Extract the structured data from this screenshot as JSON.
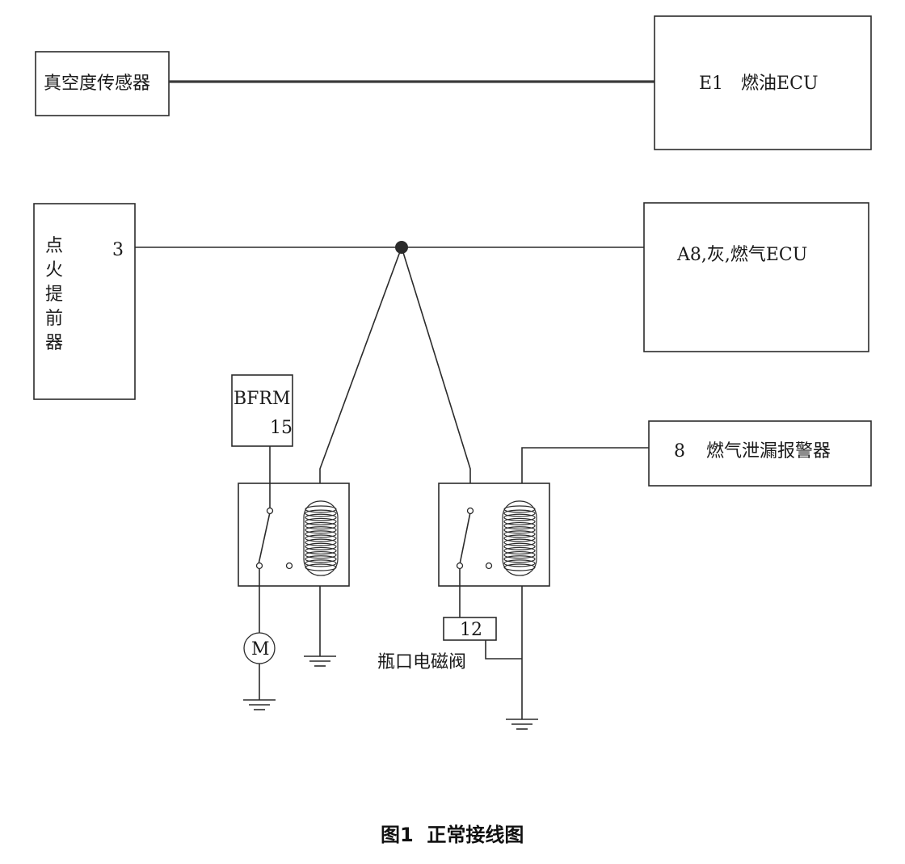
{
  "vacuum_sensor": {
    "label": "真空度传感器"
  },
  "fuel_ecu": {
    "label": "E1　燃油ECU"
  },
  "ignition_advancer": {
    "pin": "3",
    "chars": [
      "点",
      "火",
      "提",
      "前",
      "器"
    ]
  },
  "gas_ecu": {
    "label": "A8,灰,燃气ECU"
  },
  "bfrm": {
    "name": "BFRM",
    "pin": "15"
  },
  "gas_leak_alarm": {
    "pin": "8",
    "label": "燃气泄漏报警器"
  },
  "motor": {
    "symbol": "M"
  },
  "solenoid_valve": {
    "pin": "12",
    "label": "瓶口电磁阀"
  },
  "figure_caption": "图1  正常接线图"
}
